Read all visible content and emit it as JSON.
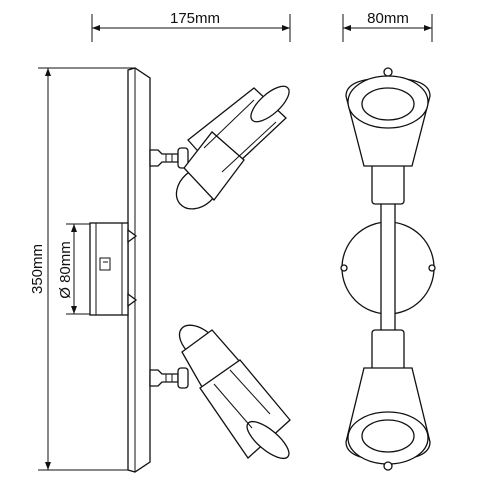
{
  "diagram": {
    "dimensions": {
      "width_label": "175mm",
      "depth_label": "80mm",
      "height_label": "350mm",
      "base_diameter_label": "Ø 80mm"
    },
    "views": [
      "side-view",
      "front-view"
    ],
    "stroke_color": "#111111",
    "background_color": "#ffffff"
  }
}
